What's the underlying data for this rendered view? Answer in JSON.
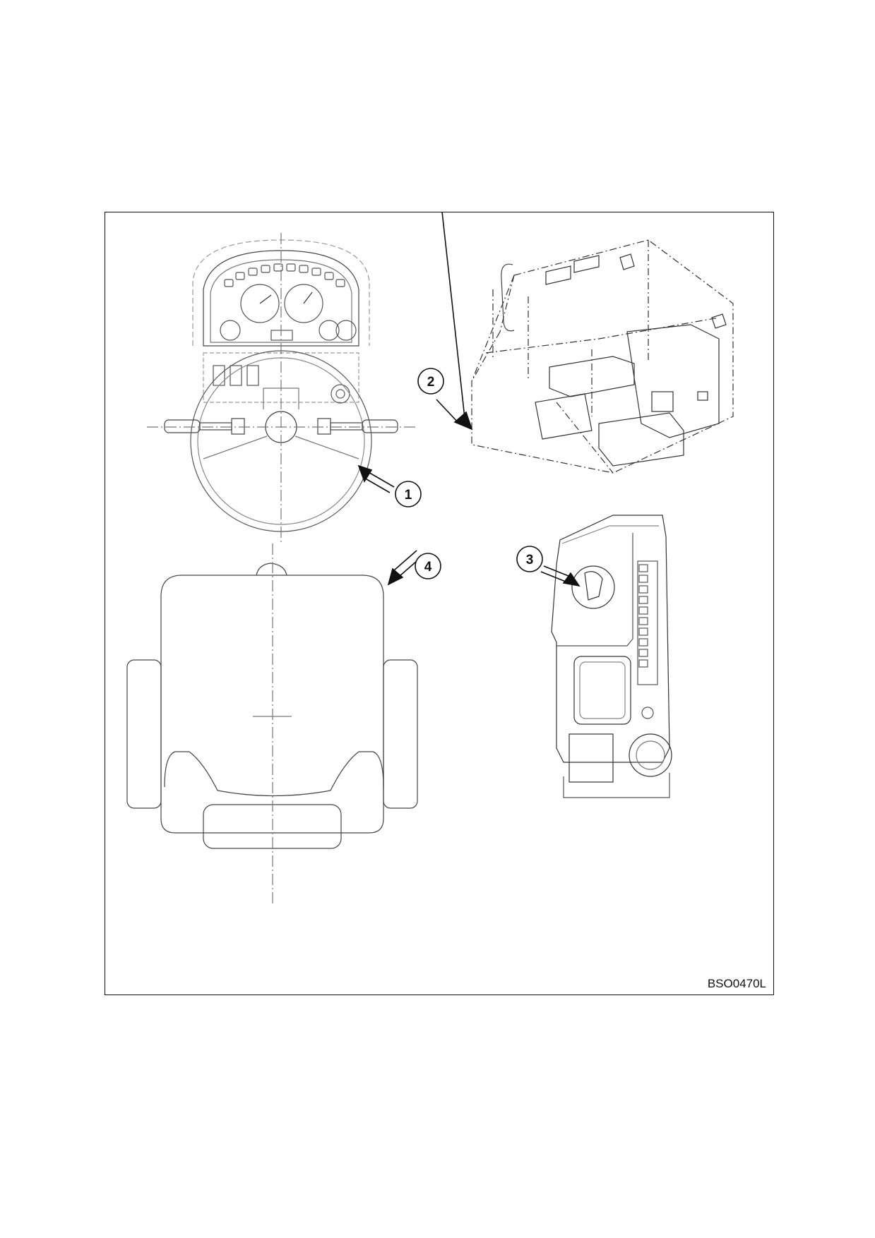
{
  "figure": {
    "code": "BSO0470L",
    "line_color": "#111111"
  },
  "callouts": [
    {
      "number": "1"
    },
    {
      "number": "2"
    },
    {
      "number": "3"
    },
    {
      "number": "4"
    }
  ]
}
